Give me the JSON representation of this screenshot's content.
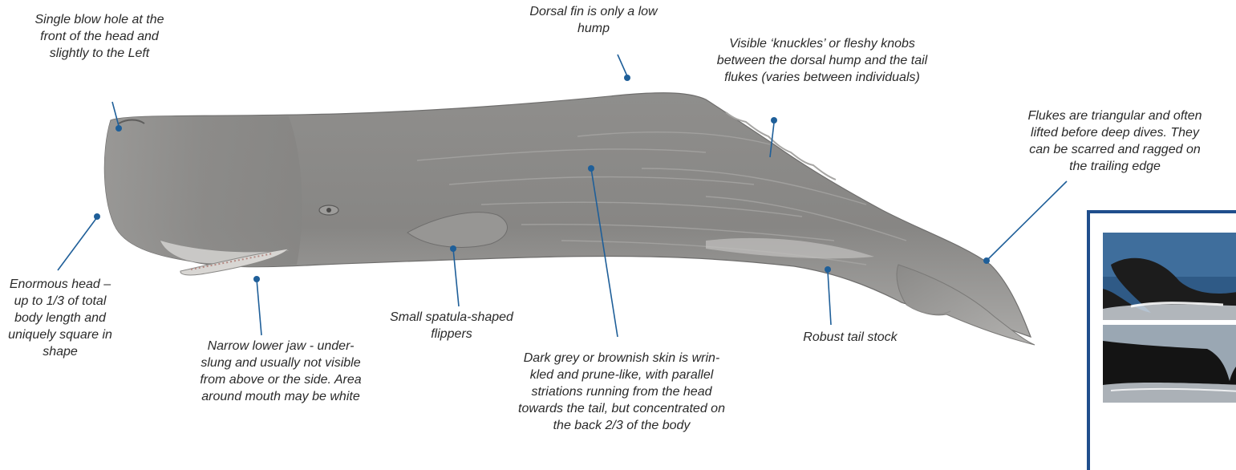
{
  "colors": {
    "leader_line": "#1f5f99",
    "leader_dot": "#1f5f99",
    "frame_border": "#1f4e8c",
    "whale_body": "#858483",
    "whale_shadow": "#6f6e6d",
    "whale_light": "#b9b8b6",
    "text": "#2a2a2a"
  },
  "annotations": {
    "blow_hole": "Single blow hole at the\nfront of the head and\nslightly to the Left",
    "dorsal_fin": "Dorsal fin is only a low\nhump",
    "knuckles": "Visible ‘knuckles’ or fleshy knobs\nbetween the dorsal hump and the tail\nflukes (varies between individuals)",
    "flukes": "Flukes are triangular and often\nlifted before deep dives. They\ncan be scarred and ragged on\nthe trailing edge",
    "head": "Enormous head –\nup to 1/3 of total\nbody length and\nuniquely square in\nshape",
    "jaw": "Narrow lower jaw  - under-\nslung and usually not visible\nfrom above or the side.  Area\naround mouth may be white",
    "flippers": "Small spatula-shaped\nflippers",
    "skin": "Dark grey or brownish skin is wrin-\nkled and prune-like, with parallel\nstriations running from the head\ntowards the tail, but concentrated on\nthe back 2/3 of the body",
    "tail_stock": "Robust tail stock"
  },
  "images": {
    "whale_illustration": "sperm-whale-side-view",
    "fluke_photo_top": "fluke-raised-photo",
    "fluke_photo_bottom": "fluke-dive-photo"
  }
}
